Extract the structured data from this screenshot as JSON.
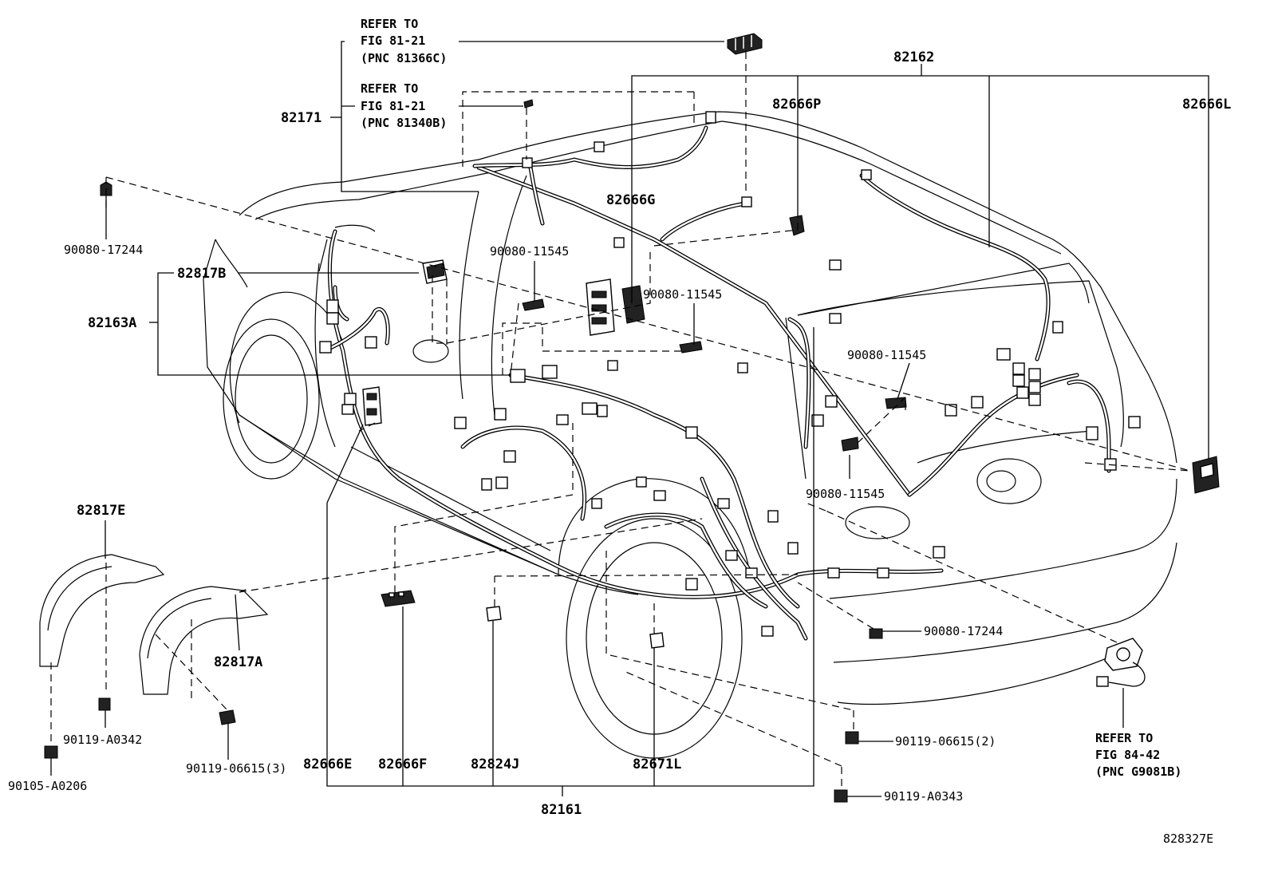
{
  "diagram_id": "828327E",
  "refer_notes": [
    {
      "line1": "REFER TO",
      "line2": "FIG 81-21",
      "line3": "(PNC 81366C)"
    },
    {
      "line1": "REFER TO",
      "line2": "FIG 81-21",
      "line3": "(PNC 81340B)"
    },
    {
      "line1": "REFER TO",
      "line2": "FIG 84-42",
      "line3": "(PNC G9081B)"
    }
  ],
  "parts": {
    "p82162": "82162",
    "p82171": "82171",
    "p82666P": "82666P",
    "p82666L": "82666L",
    "p82666G": "82666G",
    "p90080_17244_top": "90080-17244",
    "p82817B": "82817B",
    "p82163A": "82163A",
    "p90080_11545_a": "90080-11545",
    "p90080_11545_b": "90080-11545",
    "p90080_11545_c": "90080-11545",
    "p90080_11545_d": "90080-11545",
    "p82817E": "82817E",
    "p82817A": "82817A",
    "p90119_A0342": "90119-A0342",
    "p90105_A0206": "90105-A0206",
    "p90119_06615_3": "90119-06615(3)",
    "p82666E": "82666E",
    "p82666F": "82666F",
    "p82824J": "82824J",
    "p82671L": "82671L",
    "p82161": "82161",
    "p90080_17244_bottom": "90080-17244",
    "p90119_06615_2": "90119-06615(2)",
    "p90119_A0343": "90119-A0343"
  }
}
